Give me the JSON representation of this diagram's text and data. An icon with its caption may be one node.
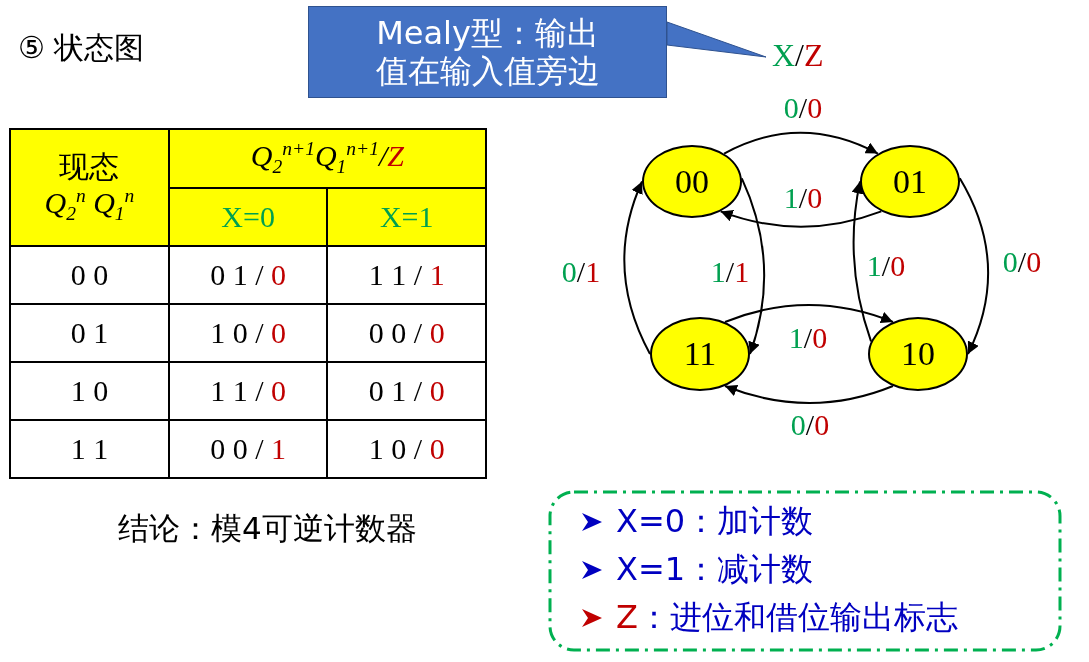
{
  "diagram": {
    "title": "⑤ 状态图",
    "nodes": [
      {
        "text": [
          "Mealy型：输出值在输入值旁边"
        ]
      },
      {
        "text": [
          "X/Z"
        ]
      },
      {
        "text": [
          "00"
        ]
      },
      {
        "text": [
          "01"
        ]
      },
      {
        "text": [
          "11"
        ]
      },
      {
        "text": [
          "10"
        ]
      },
      {
        "text": [
          "X=0：加计数",
          "X=1：减计数",
          "Z：进位和借位输出标志"
        ]
      }
    ],
    "edges": [
      {
        "from": 0,
        "to": 1,
        "arrow": "none"
      },
      {
        "from": 2,
        "to": 3,
        "arrow": "to",
        "label": "0/0"
      },
      {
        "from": 3,
        "to": 2,
        "arrow": "to",
        "label": "1/0"
      },
      {
        "from": 3,
        "to": 5,
        "arrow": "to",
        "label": "0/0"
      },
      {
        "from": 5,
        "to": 3,
        "arrow": "to",
        "label": "1/0"
      },
      {
        "from": 5,
        "to": 4,
        "arrow": "to",
        "label": "0/0"
      },
      {
        "from": 4,
        "to": 5,
        "arrow": "to",
        "label": "1/0"
      },
      {
        "from": 2,
        "to": 4,
        "arrow": "to",
        "label": "1/1"
      },
      {
        "from": 4,
        "to": 2,
        "arrow": "to",
        "label": "0/1"
      }
    ],
    "labels": [
      "现态",
      "Q$_{2}$$^{n}$ Q$_{1}$$^{n}$",
      "Q$_{2}$$^{n+1}$Q$_{1}$$^{n+1}$/Z",
      "X=0",
      "X=1",
      "0  0",
      "0 1 / 0",
      "1 1 / 1",
      "0  1",
      "1 0 / 0",
      "0 0 / 0",
      "1  0",
      "1 1 / 0",
      "0 1 / 0",
      "1  1",
      "0 0 / 1",
      "1 0 / 0",
      "结论：模4可逆计数器"
    ]
  }
}
